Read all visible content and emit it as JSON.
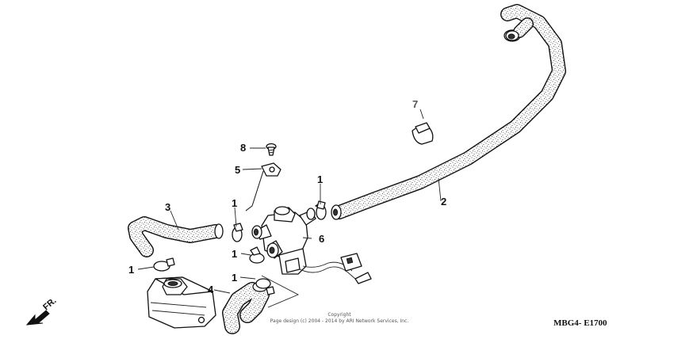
{
  "callouts": {
    "hose_2": "2",
    "hose_3": "3",
    "hose_4": "4",
    "bracket_5": "5",
    "valve_6": "6",
    "clip_7": "7",
    "screw_8": "8",
    "clamp_1a": "1",
    "clamp_1b": "1",
    "clamp_1c": "1",
    "clamp_1d": "1",
    "clamp_1e": "1"
  },
  "direction_label": "FR.",
  "diagram_code": "MBG4- E1700",
  "copyright": {
    "line1": "Copyright",
    "line2": "Page design (c) 2004 - 2014 by ARI Network Services, Inc."
  }
}
